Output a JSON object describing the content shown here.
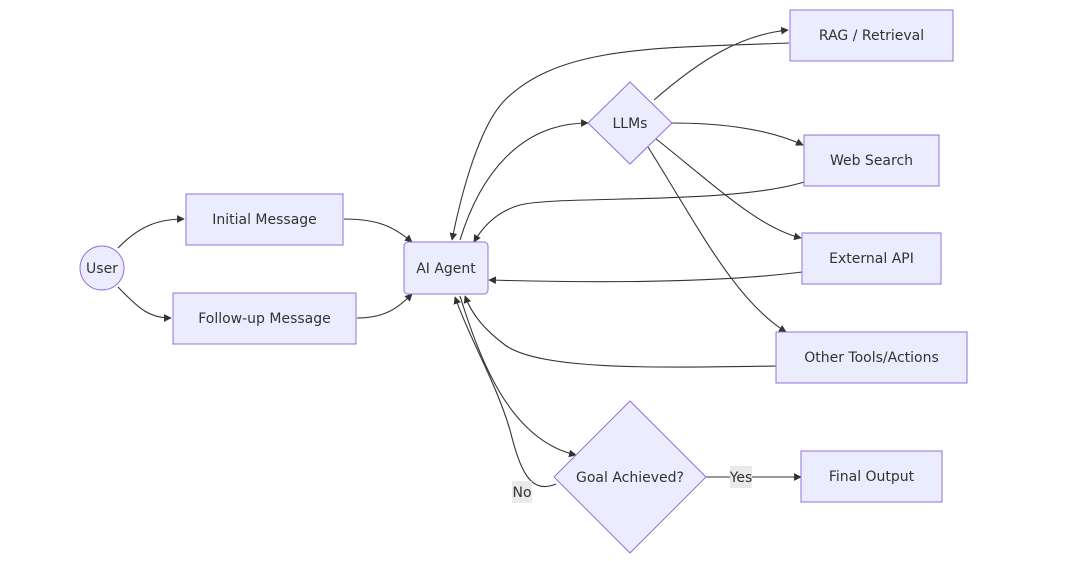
{
  "diagram": {
    "type": "flowchart",
    "colors": {
      "node_fill": "#ECECFF",
      "node_stroke": "#9370DB",
      "edge": "#333333",
      "edge_label_bg": "#E8E8E8",
      "text": "#333333"
    },
    "nodes": {
      "user": "User",
      "initial_message": "Initial Message",
      "followup_message": "Follow-up Message",
      "ai_agent": "AI Agent",
      "llms": "LLMs",
      "rag": "RAG / Retrieval",
      "web_search": "Web Search",
      "external_api": "External API",
      "other_tools": "Other Tools/Actions",
      "goal_achieved": "Goal Achieved?",
      "final_output": "Final Output"
    },
    "edge_labels": {
      "no": "No",
      "yes": "Yes"
    },
    "edges": [
      [
        "user",
        "initial_message"
      ],
      [
        "user",
        "followup_message"
      ],
      [
        "initial_message",
        "ai_agent"
      ],
      [
        "followup_message",
        "ai_agent"
      ],
      [
        "ai_agent",
        "llms"
      ],
      [
        "llms",
        "rag"
      ],
      [
        "llms",
        "web_search"
      ],
      [
        "llms",
        "external_api"
      ],
      [
        "llms",
        "other_tools"
      ],
      [
        "rag",
        "ai_agent"
      ],
      [
        "web_search",
        "ai_agent"
      ],
      [
        "external_api",
        "ai_agent"
      ],
      [
        "other_tools",
        "ai_agent"
      ],
      [
        "ai_agent",
        "goal_achieved"
      ],
      [
        "goal_achieved",
        "ai_agent",
        "No"
      ],
      [
        "goal_achieved",
        "final_output",
        "Yes"
      ]
    ]
  }
}
